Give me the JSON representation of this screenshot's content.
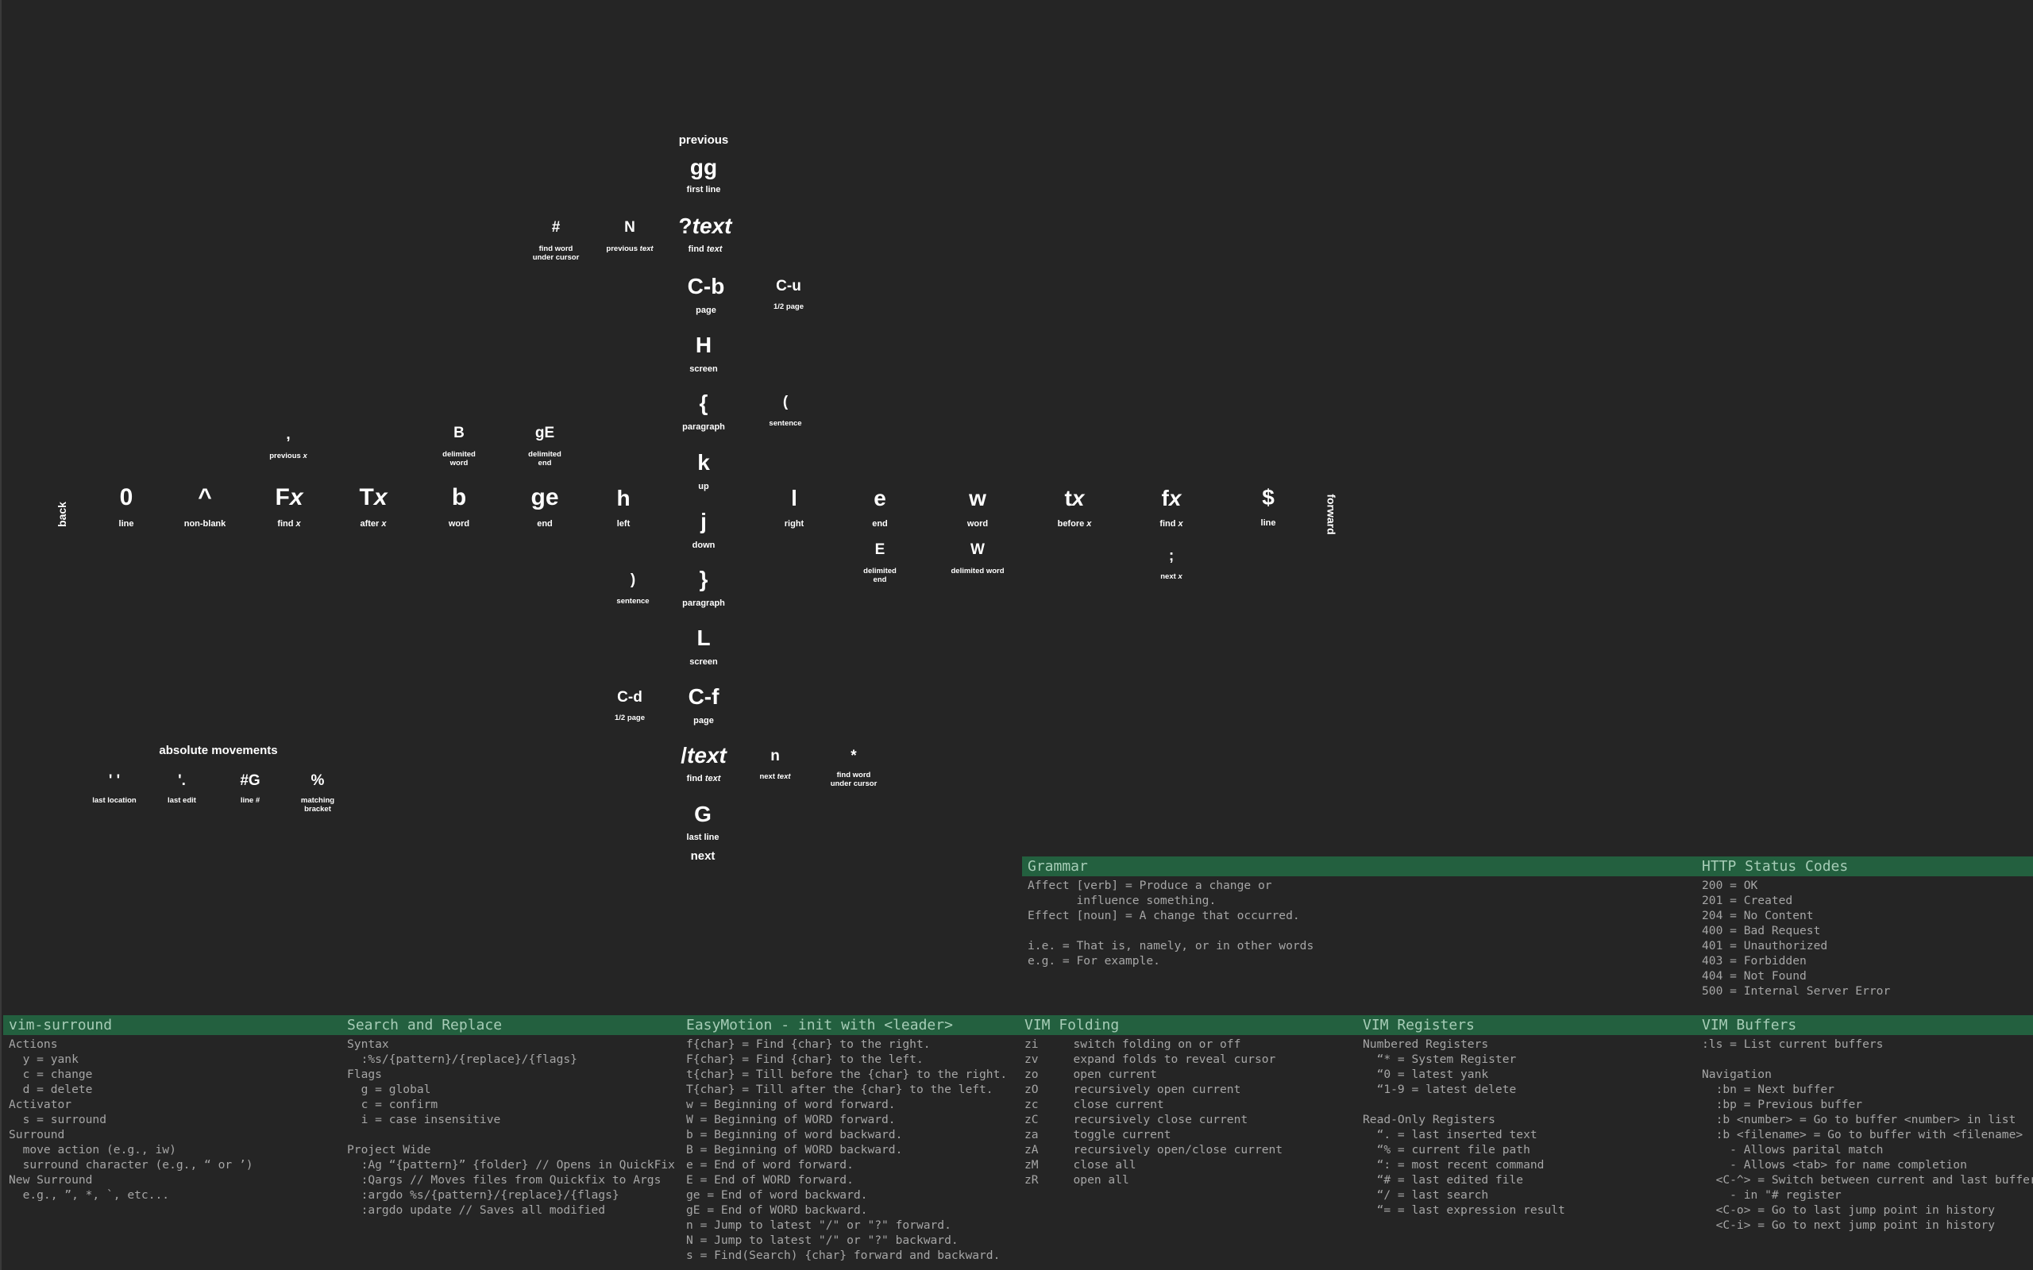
{
  "motions": {
    "previous_top": "previous",
    "next_bottom": "next",
    "side_back": "back",
    "side_forward": "forward",
    "gg": {
      "key": "gg",
      "label": "first line"
    },
    "qtext": {
      "key_prefix": "?",
      "key_word": "text",
      "label_prefix": "find ",
      "label_word": "text"
    },
    "hash": {
      "key": "#",
      "label": "find word\nunder cursor"
    },
    "N": {
      "key": "N",
      "label_prefix": "previous ",
      "label_word": "text"
    },
    "Cb": {
      "key": "C-b",
      "label": "page"
    },
    "Cu": {
      "key": "C-u",
      "label": "1/2 page"
    },
    "H": {
      "key": "H",
      "label": "screen"
    },
    "lbrace": {
      "key": "{",
      "label": "paragraph"
    },
    "lparen": {
      "key": "(",
      "label": "sentence"
    },
    "k": {
      "key": "k",
      "label": "up"
    },
    "comma": {
      "key": ",",
      "label_prefix": "previous ",
      "label_word": "x"
    },
    "B": {
      "key": "B",
      "label": "delimited\nword"
    },
    "gE": {
      "key": "gE",
      "label": "delimited\nend"
    },
    "zero": {
      "key": "0",
      "label": "line"
    },
    "caret": {
      "key": "^",
      "label": "non-blank"
    },
    "Fx": {
      "key_prefix": "F",
      "key_word": "x",
      "label_prefix": "find ",
      "label_word": "x"
    },
    "Tx": {
      "key_prefix": "T",
      "key_word": "x",
      "label_prefix": "after ",
      "label_word": "x"
    },
    "b": {
      "key": "b",
      "label": "word"
    },
    "ge": {
      "key": "ge",
      "label": "end"
    },
    "h": {
      "key": "h",
      "label": "left"
    },
    "j": {
      "key": "j",
      "label": "down"
    },
    "l": {
      "key": "l",
      "label": "right"
    },
    "e": {
      "key": "e",
      "label": "end"
    },
    "w": {
      "key": "w",
      "label": "word"
    },
    "tx": {
      "key_prefix": "t",
      "key_word": "x",
      "label_prefix": "before ",
      "label_word": "x"
    },
    "fx": {
      "key_prefix": "f",
      "key_word": "x",
      "label_prefix": "find ",
      "label_word": "x"
    },
    "dollar": {
      "key": "$",
      "label": "line"
    },
    "rparen": {
      "key": ")",
      "label": "sentence"
    },
    "rbrace": {
      "key": "}",
      "label": "paragraph"
    },
    "E": {
      "key": "E",
      "label": "delimited\nend"
    },
    "W": {
      "key": "W",
      "label": "delimited word"
    },
    "semicolon": {
      "key": ";",
      "label_prefix": "next ",
      "label_word": "x"
    },
    "L": {
      "key": "L",
      "label": "screen"
    },
    "Cd": {
      "key": "C-d",
      "label": "1/2 page"
    },
    "Cf": {
      "key": "C-f",
      "label": "page"
    },
    "stext": {
      "key_prefix": "/",
      "key_word": "text",
      "label_prefix": "find ",
      "label_word": "text"
    },
    "n": {
      "key": "n",
      "label_prefix": "next ",
      "label_word": "text"
    },
    "star": {
      "key": "*",
      "label": "find word\nunder cursor"
    },
    "G": {
      "key": "G",
      "label": "last line"
    }
  },
  "absolute": {
    "title": "absolute movements",
    "items": [
      {
        "key": "' '",
        "label": "last location"
      },
      {
        "key": "'.",
        "label": "last edit"
      },
      {
        "key": "#G",
        "label": "line #"
      },
      {
        "key": "%",
        "label": "matching\nbracket"
      }
    ]
  },
  "panels": {
    "grammar": {
      "title": "Grammar",
      "body": "Affect [verb] = Produce a change or\n       influence something.\nEffect [noun] = A change that occurred.\n\ni.e. = That is, namely, or in other words\ne.g. = For example."
    },
    "http": {
      "title": "HTTP Status Codes",
      "body": "200 = OK\n201 = Created\n204 = No Content\n400 = Bad Request\n401 = Unauthorized\n403 = Forbidden\n404 = Not Found\n500 = Internal Server Error"
    },
    "surround": {
      "title": "vim-surround",
      "body": "Actions\n  y = yank\n  c = change\n  d = delete\nActivator\n  s = surround\nSurround\n  move action (e.g., iw)\n  surround character (e.g., “ or ’)\nNew Surround\n  e.g., ”, *, `, etc..."
    },
    "replace": {
      "title": "Search and Replace",
      "body": "Syntax\n  :%s/{pattern}/{replace}/{flags}\nFlags\n  g = global\n  c = confirm\n  i = case insensitive\n\nProject Wide\n  :Ag “{pattern}” {folder} // Opens in QuickFix\n  :Qargs // Moves files from Quickfix to Args\n  :argdo %s/{pattern}/{replace}/{flags}\n  :argdo update // Saves all modified"
    },
    "easymotion": {
      "title": "EasyMotion - init with <leader>",
      "body": "f{char} = Find {char} to the right.\nF{char} = Find {char} to the left.\nt{char} = Till before the {char} to the right.\nT{char} = Till after the {char} to the left.\nw = Beginning of word forward.\nW = Beginning of WORD forward.\nb = Beginning of word backward.\nB = Beginning of WORD backward.\ne = End of word forward.\nE = End of WORD forward.\nge = End of word backward.\ngE = End of WORD backward.\nn = Jump to latest \"/\" or \"?\" forward.\nN = Jump to latest \"/\" or \"?\" backward.\ns = Find(Search) {char} forward and backward."
    },
    "folding": {
      "title": "VIM Folding",
      "body": "zi     switch folding on or off\nzv     expand folds to reveal cursor\nzo     open current\nzO     recursively open current\nzc     close current\nzC     recursively close current\nza     toggle current\nzA     recursively open/close current\nzM     close all\nzR     open all"
    },
    "registers": {
      "title": "VIM Registers",
      "body": "Numbered Registers\n  “* = System Register\n  “0 = latest yank\n  “1-9 = latest delete\n\nRead-Only Registers\n  “. = last inserted text\n  “% = current file path\n  “: = most recent command\n  “# = last edited file\n  “/ = last search\n  “= = last expression result"
    },
    "buffers": {
      "title": "VIM Buffers",
      "body": ":ls = List current buffers\n\nNavigation\n  :bn = Next buffer\n  :bp = Previous buffer\n  :b <number> = Go to buffer <number> in list\n  :b <filename> = Go to buffer with <filename>\n    - Allows parital match\n    - Allows <tab> for name completion\n  <C-^> = Switch between current and last buffer\n    - in \"# register\n  <C-o> = Go to last jump point in history\n  <C-i> = Go to next jump point in history"
    }
  },
  "colors": {
    "background": "#252525",
    "header": "#23603f",
    "header_text": "#a6ccb6",
    "body_text": "#a6a6a6"
  }
}
